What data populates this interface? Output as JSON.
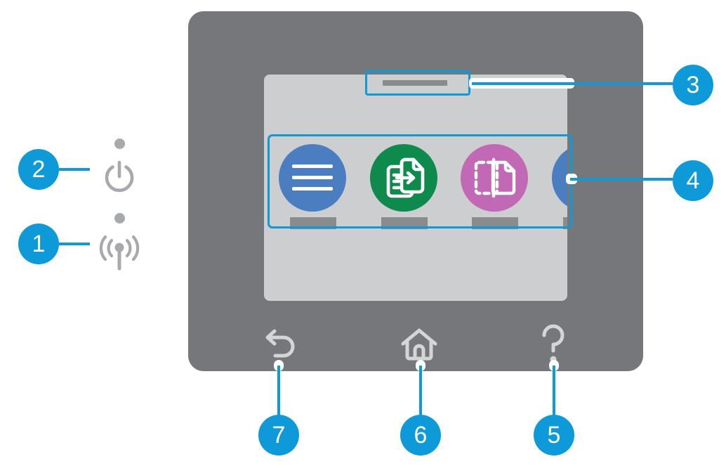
{
  "diagram": {
    "title": "Printer control panel callout diagram",
    "accent_color": "#0e9ad8",
    "body_color": "#76777a",
    "screen_color": "#cdced0",
    "placeholder_color": "#8a8b8d",
    "led_color": "#a7a9ac",
    "button_glyph_color": "#d4d5d7"
  },
  "callouts": [
    {
      "number": "1",
      "target": "wireless-status-light"
    },
    {
      "number": "2",
      "target": "power-button-and-light"
    },
    {
      "number": "3",
      "target": "status-bar"
    },
    {
      "number": "4",
      "target": "application-icons-row"
    },
    {
      "number": "5",
      "target": "help-button"
    },
    {
      "number": "6",
      "target": "home-button"
    },
    {
      "number": "7",
      "target": "back-button"
    }
  ],
  "indicators": [
    {
      "name": "wireless-light",
      "icon": "wireless-icon",
      "callout": "1"
    },
    {
      "name": "power-light",
      "icon": "power-icon",
      "callout": "2"
    }
  ],
  "screen": {
    "status_bar": {
      "name": "status-bar",
      "placeholder": true
    },
    "apps": [
      {
        "name": "menu",
        "icon": "hamburger-menu-icon",
        "color": "#4b7ec1",
        "label_placeholder": true
      },
      {
        "name": "scan-to",
        "icon": "document-arrow-icon",
        "color": "#0e8a4c",
        "label_placeholder": true
      },
      {
        "name": "copy",
        "icon": "copy-document-icon",
        "color": "#c269b5",
        "label_placeholder": true
      },
      {
        "name": "fourth-app",
        "icon": "blue-app-icon",
        "color": "#4b7ec1",
        "label_placeholder": true
      }
    ]
  },
  "hardware_buttons": [
    {
      "name": "back-button",
      "icon": "back-arrow-icon",
      "callout": "7"
    },
    {
      "name": "home-button",
      "icon": "home-icon",
      "callout": "6"
    },
    {
      "name": "help-button",
      "icon": "question-mark-icon",
      "callout": "5"
    }
  ]
}
